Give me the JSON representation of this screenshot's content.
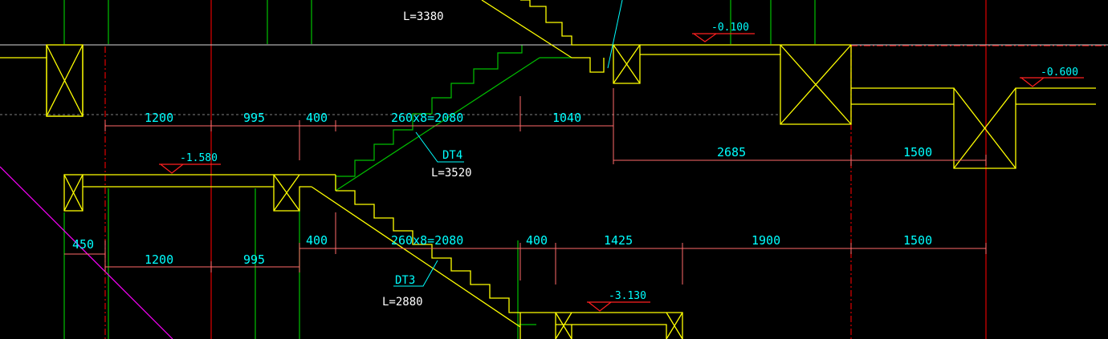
{
  "colors": {
    "background": "#000000",
    "structure": "#ffff00",
    "stair_line": "#00c000",
    "axis": "#ff0000",
    "dimension_line": "#ff6a6a",
    "dimension_text": "#00ffff",
    "label_text": "#ffffff",
    "leader": "#00ffff",
    "elevation_mark": "#ff0000",
    "diagonal": "#ff00ff"
  },
  "top_label": {
    "length": "L=3380"
  },
  "upper_dims": [
    "1200",
    "995",
    "400",
    "260x8=2080",
    "1040"
  ],
  "right_dims_upper": [
    "2685",
    "1500"
  ],
  "lower_dims": [
    "450",
    "1200",
    "995",
    "400",
    "260x8=2080",
    "400",
    "1425",
    "1900",
    "1500"
  ],
  "stairs": [
    {
      "name": "DT4",
      "length": "L=3520"
    },
    {
      "name": "DT3",
      "length": "L=2880"
    }
  ],
  "elevations": [
    "-0.100",
    "-0.600",
    "-1.580",
    "-3.130"
  ]
}
